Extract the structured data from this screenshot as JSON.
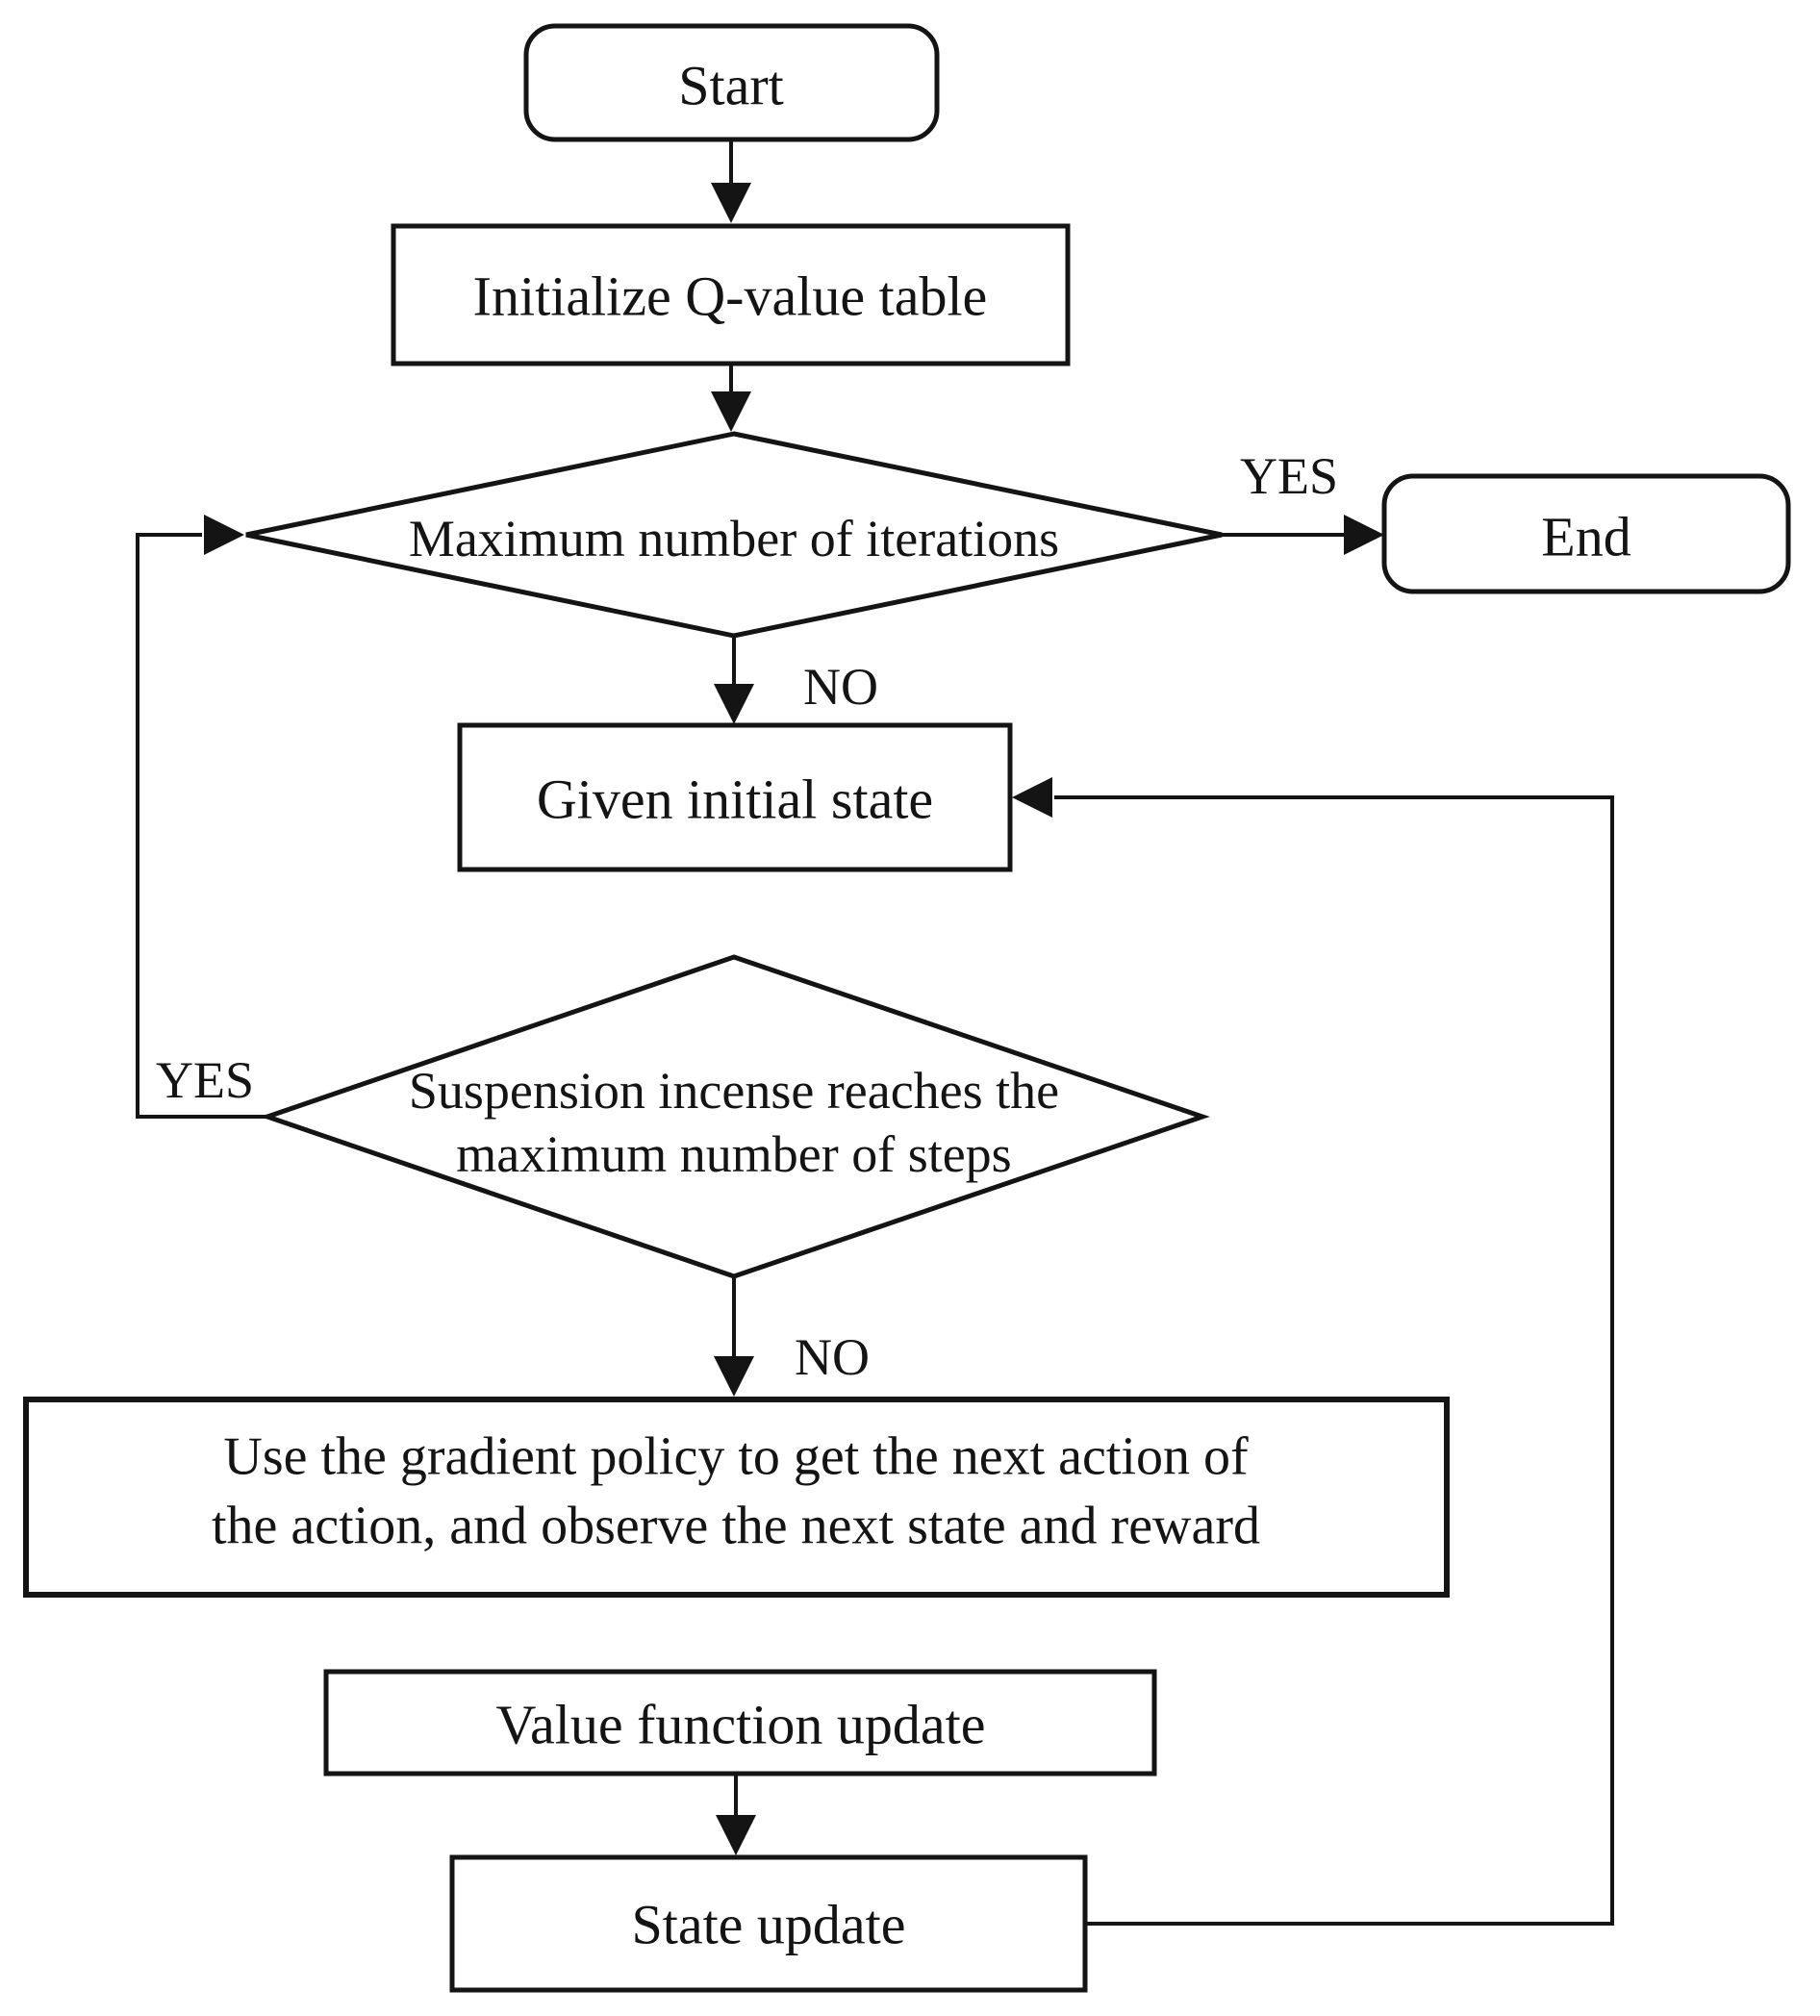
{
  "colors": {
    "ink": "#141414",
    "background": "#ffffff"
  },
  "nodes": {
    "start": "Start",
    "initialize": "Initialize Q-value table",
    "max_iterations": "Maximum number of iterations",
    "end": "End",
    "given_initial_state": "Given initial state",
    "suspension_line1": "Suspension incense reaches the",
    "suspension_line2": "maximum number of steps",
    "policy_line1": "Use the gradient policy to get the next action of",
    "policy_line2": "the action, and observe the next state and reward",
    "value_function_update": "Value function update",
    "state_update": "State update"
  },
  "edge_labels": {
    "max_iterations_yes": "YES",
    "max_iterations_no": "NO",
    "suspension_yes": "YES",
    "suspension_no": "NO"
  }
}
